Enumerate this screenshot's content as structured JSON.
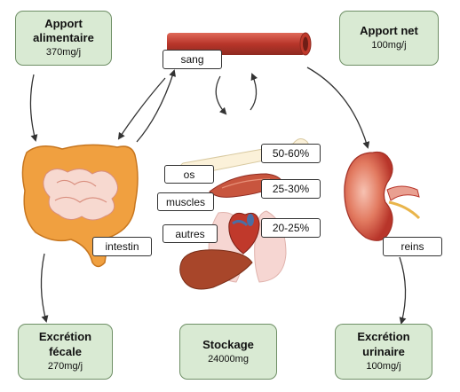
{
  "boxes": {
    "apport_alimentaire": {
      "title": "Apport\nalimentaire",
      "value": "370mg/j"
    },
    "apport_net": {
      "title": "Apport net",
      "value": "100mg/j"
    },
    "excretion_fecale": {
      "title": "Excrétion\nfécale",
      "value": "270mg/j"
    },
    "stockage": {
      "title": "Stockage",
      "value": "24000mg"
    },
    "excretion_urinaire": {
      "title": "Excrétion\nurinaire",
      "value": "100mg/j"
    }
  },
  "labels": {
    "sang": "sang",
    "intestin": "intestin",
    "reins": "reins",
    "os": "os",
    "muscles": "muscles",
    "autres": "autres",
    "pct_os": "50-60%",
    "pct_muscles": "25-30%",
    "pct_autres": "20-25%"
  },
  "colors": {
    "box_fill": "#d9ead3",
    "box_border": "#6f8f66",
    "blood_vessel": "#c0392b",
    "intestine": "#e8952f",
    "kidney": "#c0392b",
    "heart": "#b03030",
    "liver": "#a04020",
    "arrow": "#333333"
  },
  "icons": [
    "blood-vessel-icon",
    "intestine-icon",
    "kidney-icon",
    "bone-icon",
    "muscle-icon",
    "heart-icon",
    "lungs-icon",
    "liver-icon"
  ]
}
